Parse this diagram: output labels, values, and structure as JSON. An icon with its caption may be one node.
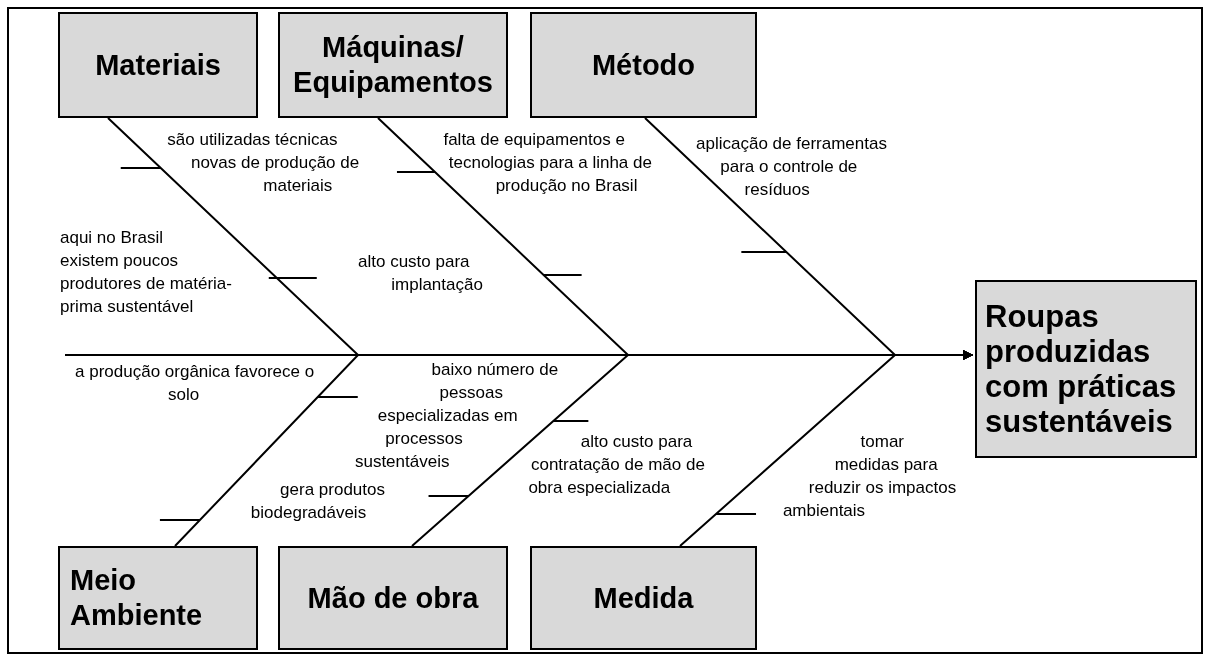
{
  "diagram": {
    "nodes": [
      {
        "text": [
          "Materiais"
        ]
      },
      {
        "text": [
          "Máquinas/ Equipamentos"
        ]
      },
      {
        "text": [
          "Método"
        ]
      },
      {
        "text": [
          "Roupas produzidas com práticas sustentáveis"
        ]
      },
      {
        "text": [
          "Meio Ambiente"
        ]
      },
      {
        "text": [
          "Mão de obra"
        ]
      },
      {
        "text": [
          "Medida"
        ]
      }
    ],
    "edges": [
      {
        "from": null,
        "to": 3,
        "arrow": "to"
      },
      {
        "from": 0,
        "to": 3,
        "arrow": "to"
      },
      {
        "from": 1,
        "to": 3,
        "arrow": "to"
      },
      {
        "from": 2,
        "to": 3,
        "arrow": "to"
      },
      {
        "from": 4,
        "to": 3,
        "arrow": "to"
      },
      {
        "from": 5,
        "to": 3,
        "arrow": "to"
      },
      {
        "from": 6,
        "to": 3,
        "arrow": "to"
      }
    ],
    "labels": [
      "são utilizadas técnicas novas de produção de materiais",
      "falta de equipamentos e tecnologias para a linha de produção no Brasil",
      "aplicação de ferramentas para o controle de resíduos",
      "aqui no Brasil existem poucos produtores de matéria-prima sustentável",
      "alto custo para implantação",
      "a produção orgânica favorece o solo",
      "baixo número de pessoas especializadas em processos sustentáveis",
      "alto custo para contratação de mão de obra especializada",
      "gera produtos biodegradáveis",
      "tomar medidas para reduzir os impactos ambientais"
    ]
  }
}
